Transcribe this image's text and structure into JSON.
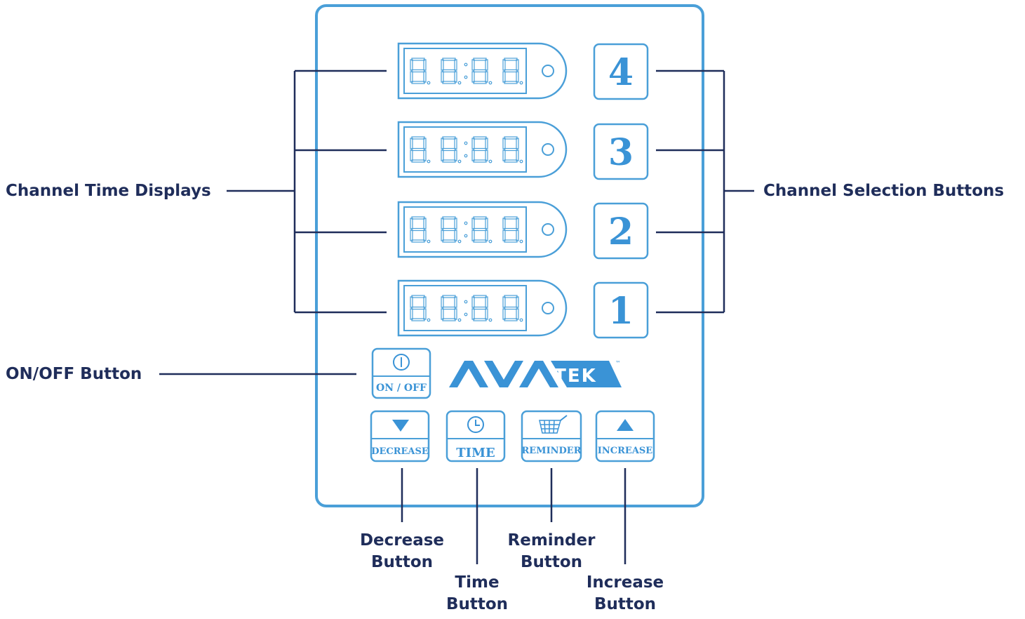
{
  "colors": {
    "device_outline": "#4a9fd8",
    "device_text": "#3a93d6",
    "callout_text": "#1f2d5a",
    "leader_line": "#1f2d5a"
  },
  "displays": [
    {
      "channel": "4",
      "readout": "88:88"
    },
    {
      "channel": "3",
      "readout": "88:88"
    },
    {
      "channel": "2",
      "readout": "88:88"
    },
    {
      "channel": "1",
      "readout": "88:88"
    }
  ],
  "channel_buttons": [
    "4",
    "3",
    "2",
    "1"
  ],
  "power_button": {
    "icon": "power-icon",
    "label": "ON / OFF"
  },
  "logo": {
    "main": "AVA",
    "tek": "TEK",
    "tm": "™"
  },
  "control_buttons": {
    "decrease": {
      "icon": "triangle-down-icon",
      "label": "DECREASE"
    },
    "time": {
      "icon": "clock-icon",
      "label": "TIME"
    },
    "reminder": {
      "icon": "basket-icon",
      "label": "REMINDER"
    },
    "increase": {
      "icon": "triangle-up-icon",
      "label": "INCREASE"
    }
  },
  "callouts": {
    "channel_time_displays": "Channel Time Displays",
    "channel_selection_buttons": "Channel Selection Buttons",
    "on_off_button": "ON/OFF Button",
    "decrease_button": [
      "Decrease",
      "Button"
    ],
    "time_button": [
      "Time",
      "Button"
    ],
    "reminder_button": [
      "Reminder",
      "Button"
    ],
    "increase_button": [
      "Increase",
      "Button"
    ]
  }
}
